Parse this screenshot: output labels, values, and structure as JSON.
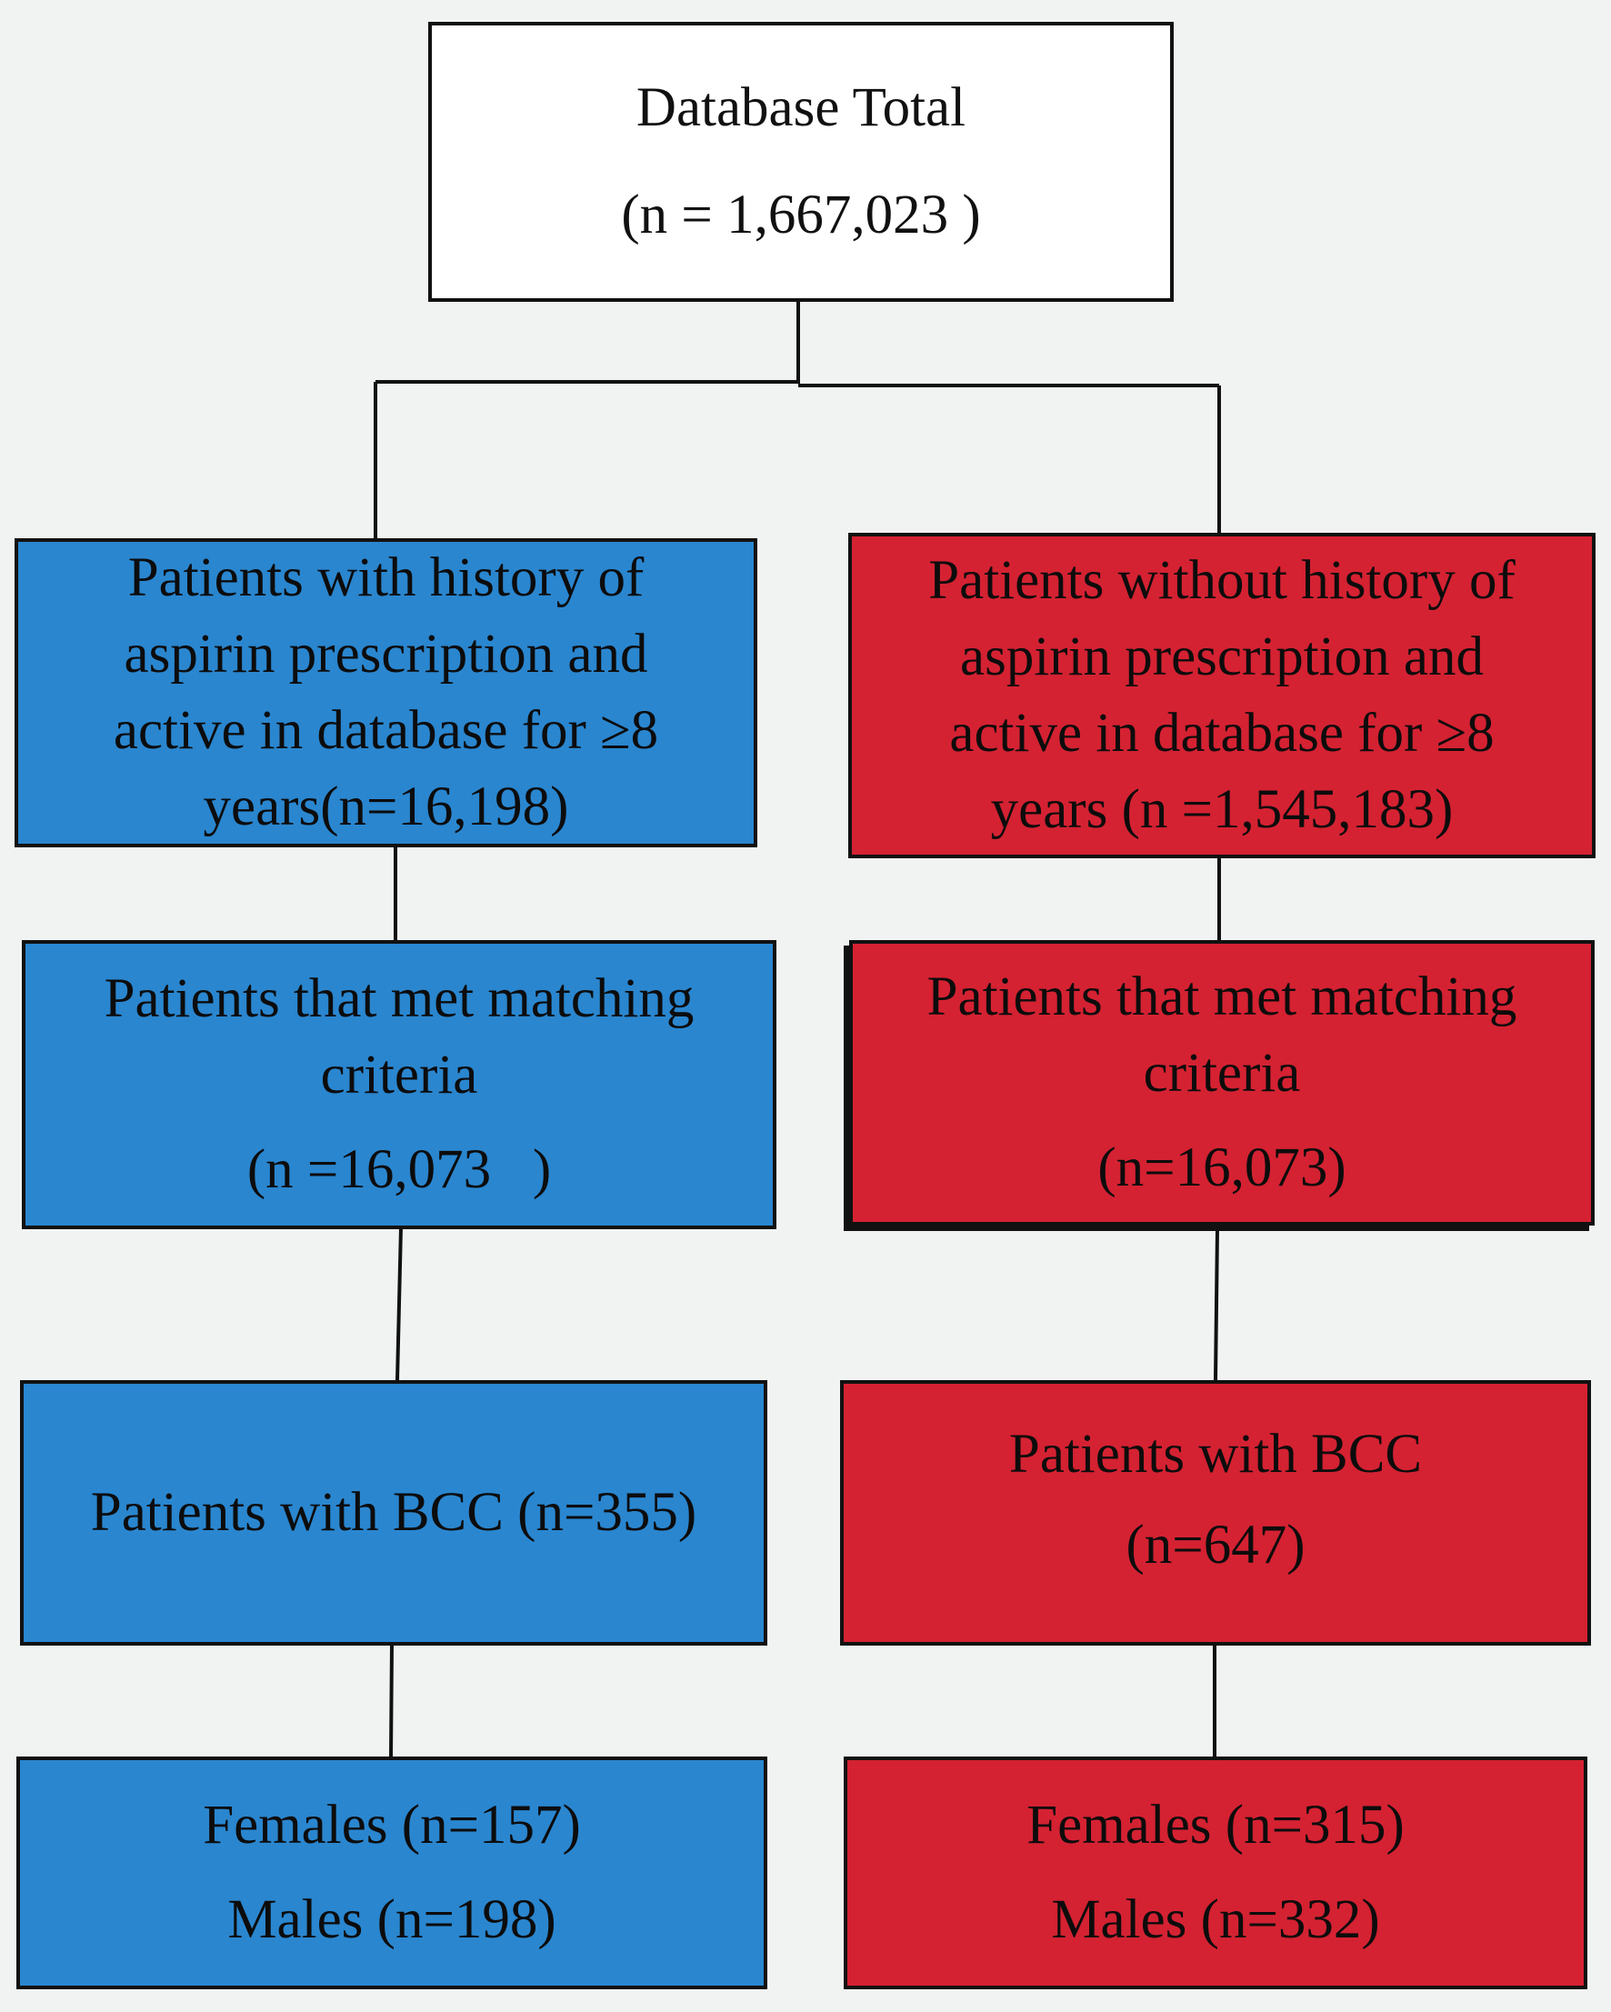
{
  "colors": {
    "background": "#f1f3f3",
    "aspirin_group": "#2a86cf",
    "no_aspirin_group": "#d52233",
    "root_box": "#ffffff",
    "lines": "#111111"
  },
  "root": {
    "title": "Database Total",
    "count": "(n = 1,667,023 )"
  },
  "aspirin": {
    "history": {
      "line1": "Patients with history of",
      "line2": "aspirin prescription and",
      "line3": "active in database for ≥8",
      "line4": "years(n=16,198)"
    },
    "matched": {
      "line1": "Patients that met matching",
      "line2": "criteria",
      "line3": "(n =16,073   )"
    },
    "bcc": {
      "line1": "Patients with BCC (n=355)"
    },
    "sex": {
      "females": "Females (n=157)",
      "males": "Males (n=198)"
    }
  },
  "no_aspirin": {
    "history": {
      "line1": "Patients without history of",
      "line2": "aspirin prescription and",
      "line3": "active in database for ≥8",
      "line4": "years (n =1,545,183)"
    },
    "matched": {
      "line1": "Patients that met matching",
      "line2": "criteria",
      "line3": "(n=16,073)"
    },
    "bcc": {
      "line1": "Patients with BCC",
      "line2": "(n=647)"
    },
    "sex": {
      "females": "Females (n=315)",
      "males": "Males (n=332)"
    }
  }
}
